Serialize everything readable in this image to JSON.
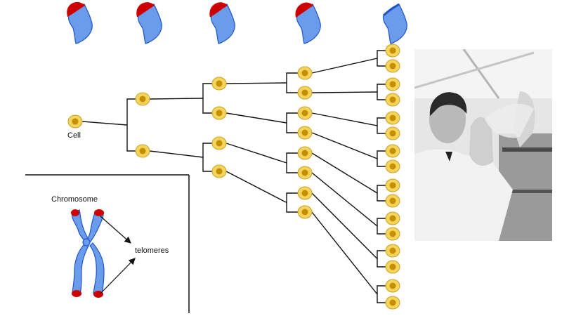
{
  "labels": {
    "cell": "Cell",
    "chromosome": "Chromosome",
    "telomeres": "telomeres"
  },
  "colors": {
    "chromosome_fill": "#6b9ceb",
    "chromosome_stroke": "#1f56c6",
    "telomere": "#cc0000",
    "cell_outer": "#f6d35a",
    "cell_outer_stroke": "#c9a227",
    "cell_nucleus": "#c48f00",
    "line": "#111111"
  },
  "telomere_stages": [
    {
      "generation": 1,
      "cap_fraction": 1.0
    },
    {
      "generation": 2,
      "cap_fraction": 0.85
    },
    {
      "generation": 3,
      "cap_fraction": 0.7
    },
    {
      "generation": 4,
      "cap_fraction": 0.5
    },
    {
      "generation": 5,
      "cap_fraction": 0.0
    }
  ],
  "tree": {
    "generations": [
      1,
      2,
      4,
      8,
      16
    ]
  },
  "photo": {
    "description": "black-and-white photo of a scientist in a lab coat holding a flask"
  }
}
